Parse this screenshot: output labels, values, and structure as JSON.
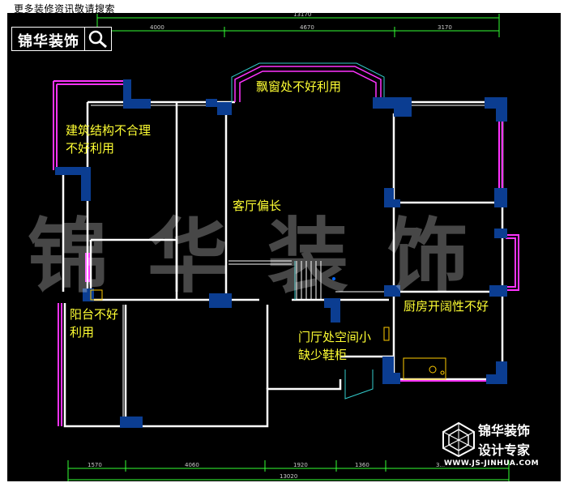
{
  "header": {
    "top_text": "更多装修资讯敬请搜索",
    "logo_text": "锦华装饰",
    "logo_icon": "magnifier-icon"
  },
  "watermark": "锦华装饰",
  "dimensions": {
    "top_total": "13170",
    "top_segments": [
      "4000",
      "4670",
      "3170"
    ],
    "bottom_total": "13020",
    "bottom_segments": [
      "1570",
      "4060",
      "1920",
      "1360",
      "3..."
    ]
  },
  "annotations": {
    "bay_window": "飘窗处不好利用",
    "structure_line1": "建筑结构不合理",
    "structure_line2": "不好利用",
    "living_room": "客厅偏长",
    "balcony_line1": "阳台不好",
    "balcony_line2": "利用",
    "kitchen": "厨房开阔性不好",
    "entrance_line1": "门厅处空间小",
    "entrance_line2": "缺少鞋柜"
  },
  "brand": {
    "line1": "锦华装饰",
    "line2": "设计专家",
    "url": "WWW.JS-JINHUA.COM"
  },
  "colors": {
    "background": "#000000",
    "wall": "#ffffff",
    "column": "#0b3d91",
    "window": "#ff33ff",
    "dimension": "#33ff33",
    "annotation": "#ffff33"
  }
}
